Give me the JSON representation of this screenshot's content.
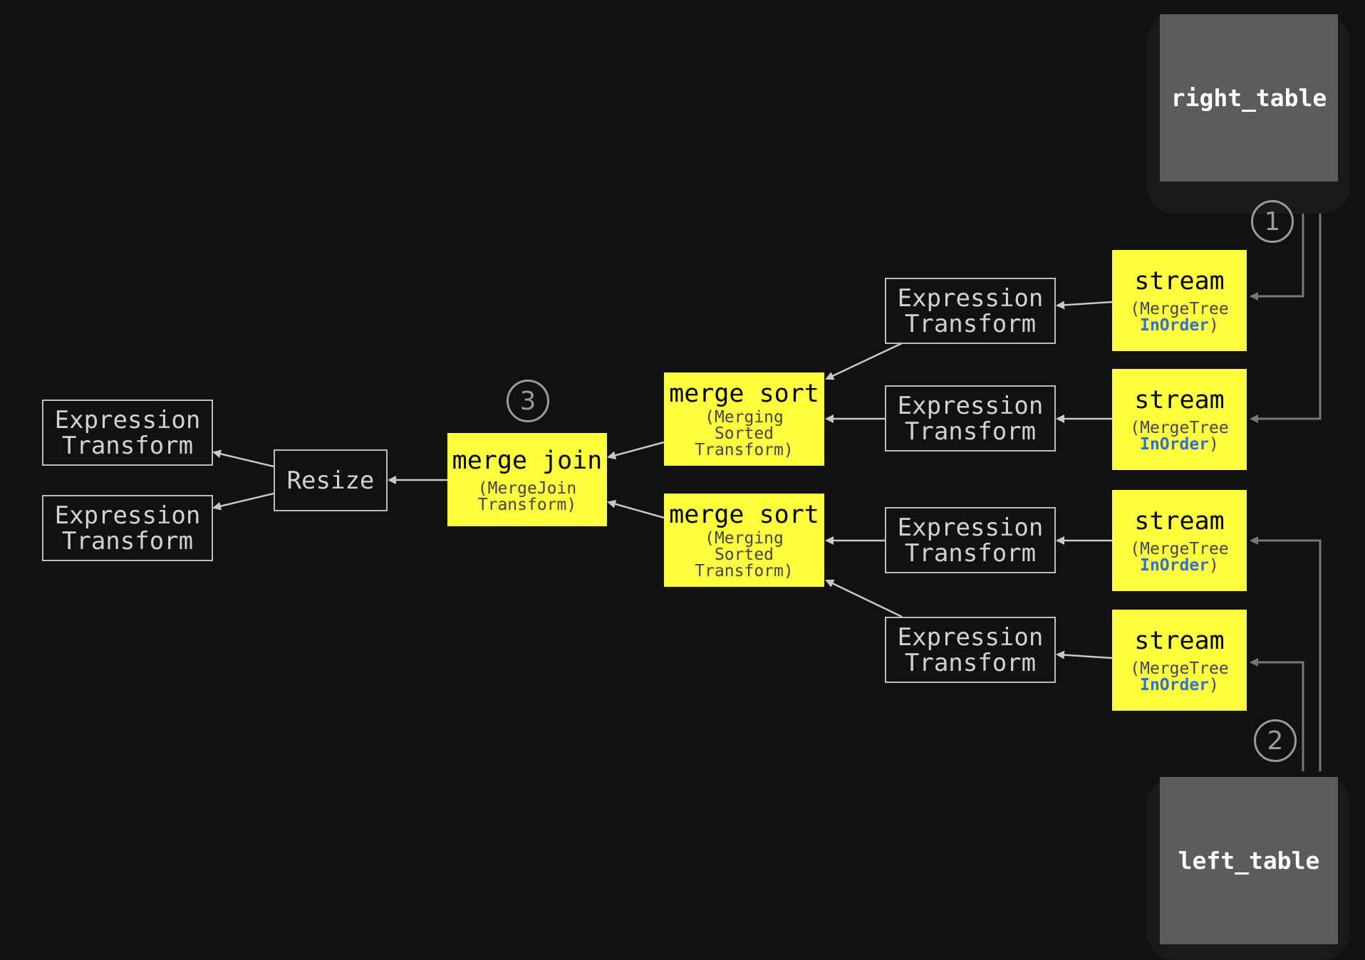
{
  "tables": {
    "right": "right_table",
    "left": "left_table"
  },
  "steps": [
    "1",
    "2",
    "3"
  ],
  "streams": [
    {
      "title": "stream",
      "sub_open": "(MergeTree",
      "sub_hl": "InOrder",
      "sub_close": ")"
    },
    {
      "title": "stream",
      "sub_open": "(MergeTree",
      "sub_hl": "InOrder",
      "sub_close": ")"
    },
    {
      "title": "stream",
      "sub_open": "(MergeTree",
      "sub_hl": "InOrder",
      "sub_close": ")"
    },
    {
      "title": "stream",
      "sub_open": "(MergeTree",
      "sub_hl": "InOrder",
      "sub_close": ")"
    }
  ],
  "expressions_right": [
    "Expression\nTransform",
    "Expression\nTransform",
    "Expression\nTransform",
    "Expression\nTransform"
  ],
  "merge_sorts": [
    {
      "title": "merge sort",
      "sub": "(Merging\nSorted\nTransform)"
    },
    {
      "title": "merge sort",
      "sub": "(Merging\nSorted\nTransform)"
    }
  ],
  "merge_join": {
    "title": "merge join",
    "sub": "(MergeJoin\nTransform)"
  },
  "resize": "Resize",
  "expressions_left": [
    "Expression\nTransform",
    "Expression\nTransform"
  ],
  "colors": {
    "background": "#111111",
    "table_fill": "#5c5c5c",
    "node_yellow": "#ffff40",
    "node_outline": "#bdbdbd",
    "edge": "#c8c8c8",
    "table_edge": "#777777",
    "highlight_blue": "#2f6fe0"
  }
}
